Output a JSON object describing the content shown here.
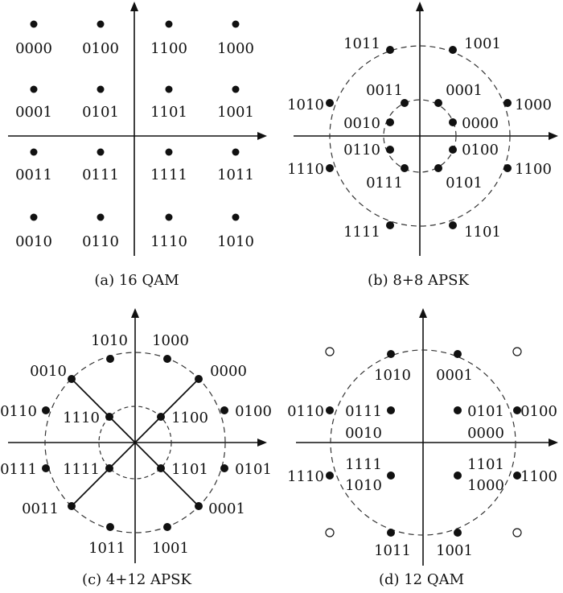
{
  "panels": [
    {
      "id": "a",
      "caption": "(a) 16 QAM",
      "labels": [
        "0000",
        "0100",
        "1100",
        "1000",
        "0001",
        "0101",
        "1101",
        "1001",
        "0011",
        "0111",
        "1111",
        "1011",
        "0010",
        "0110",
        "1110",
        "1010"
      ]
    },
    {
      "id": "b",
      "caption": "(b) 8+8 APSK",
      "labels": [
        "1011",
        "1001",
        "0011",
        "0001",
        "1010",
        "1000",
        "0010",
        "0000",
        "0110",
        "0100",
        "1110",
        "1100",
        "0111",
        "0101",
        "1111",
        "1101"
      ]
    },
    {
      "id": "c",
      "caption": "(c) 4+12 APSK",
      "labels": [
        "1010",
        "1000",
        "0010",
        "0000",
        "0110",
        "0100",
        "1110",
        "1100",
        "0111",
        "0101",
        "1111",
        "1101",
        "0011",
        "0001",
        "1011",
        "1001"
      ]
    },
    {
      "id": "d",
      "caption": "(d) 12 QAM",
      "labels": [
        "1010",
        "0001",
        "0110",
        "0100",
        "0111",
        "0010",
        "0101",
        "0000",
        "1111",
        "1010",
        "1101",
        "1000",
        "1110",
        "1100",
        "1011",
        "1001"
      ]
    }
  ]
}
